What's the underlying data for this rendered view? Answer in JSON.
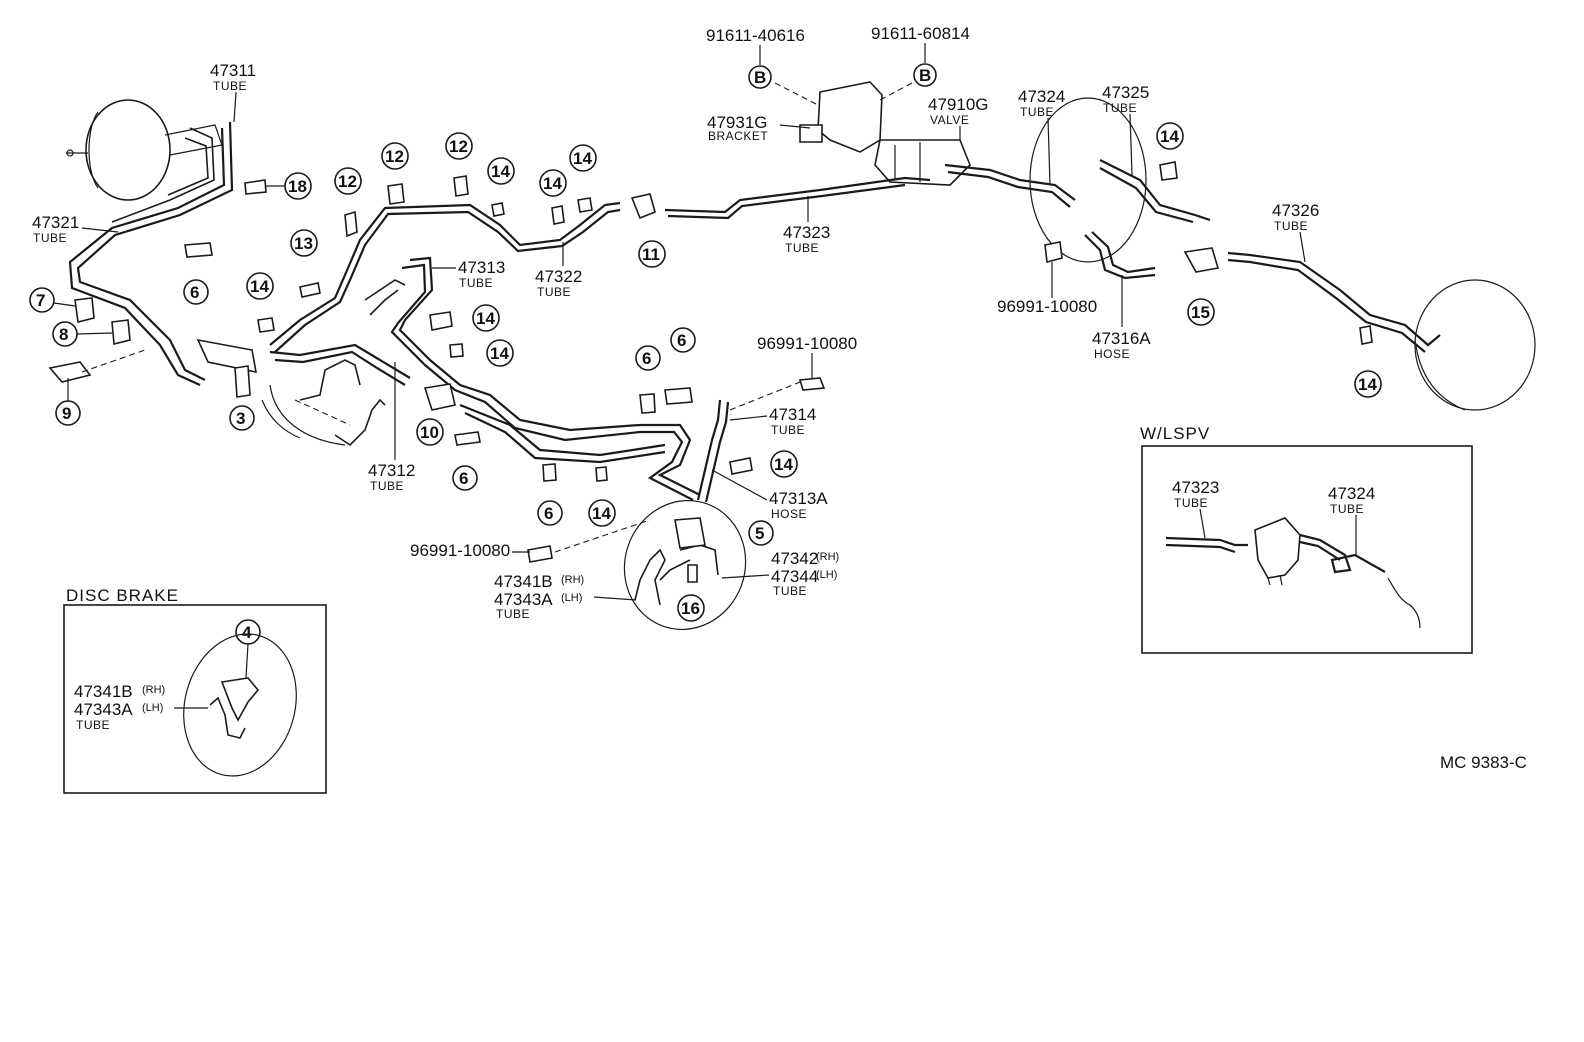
{
  "diagram_code": "MC 9383-C",
  "parts": {
    "p47311": {
      "number": "47311",
      "type": "TUBE"
    },
    "p47321": {
      "number": "47321",
      "type": "TUBE"
    },
    "p47312": {
      "number": "47312",
      "type": "TUBE"
    },
    "p47313": {
      "number": "47313",
      "type": "TUBE"
    },
    "p47322": {
      "number": "47322",
      "type": "TUBE"
    },
    "p47323": {
      "number": "47323",
      "type": "TUBE"
    },
    "p47324": {
      "number": "47324",
      "type": "TUBE"
    },
    "p47325": {
      "number": "47325",
      "type": "TUBE"
    },
    "p47326": {
      "number": "47326",
      "type": "TUBE"
    },
    "p47314": {
      "number": "47314",
      "type": "TUBE"
    },
    "p47313A": {
      "number": "47313A",
      "type": "HOSE"
    },
    "p47316A": {
      "number": "47316A",
      "type": "HOSE"
    },
    "p47931G": {
      "number": "47931G",
      "type": "BRACKET"
    },
    "p47910G": {
      "number": "47910G",
      "type": "VALVE"
    },
    "p47342": {
      "number": "47342",
      "side": "(RH)"
    },
    "p47344": {
      "number": "47344",
      "side": "(LH)",
      "type": "TUBE"
    },
    "p47341B": {
      "number": "47341B",
      "side": "(RH)"
    },
    "p47343A": {
      "number": "47343A",
      "side": "(LH)",
      "type": "TUBE"
    }
  },
  "fasteners": {
    "bolt1": "91611-40616",
    "bolt2": "91611-60814",
    "bolt_symbol": "B",
    "clip": "96991-10080"
  },
  "callouts": [
    "3",
    "4",
    "5",
    "6",
    "7",
    "8",
    "9",
    "10",
    "11",
    "12",
    "13",
    "14",
    "15",
    "16",
    "18"
  ],
  "insets": {
    "disc_brake": {
      "title": "DISC BRAKE"
    },
    "lspv": {
      "title": "W/LSPV"
    }
  }
}
